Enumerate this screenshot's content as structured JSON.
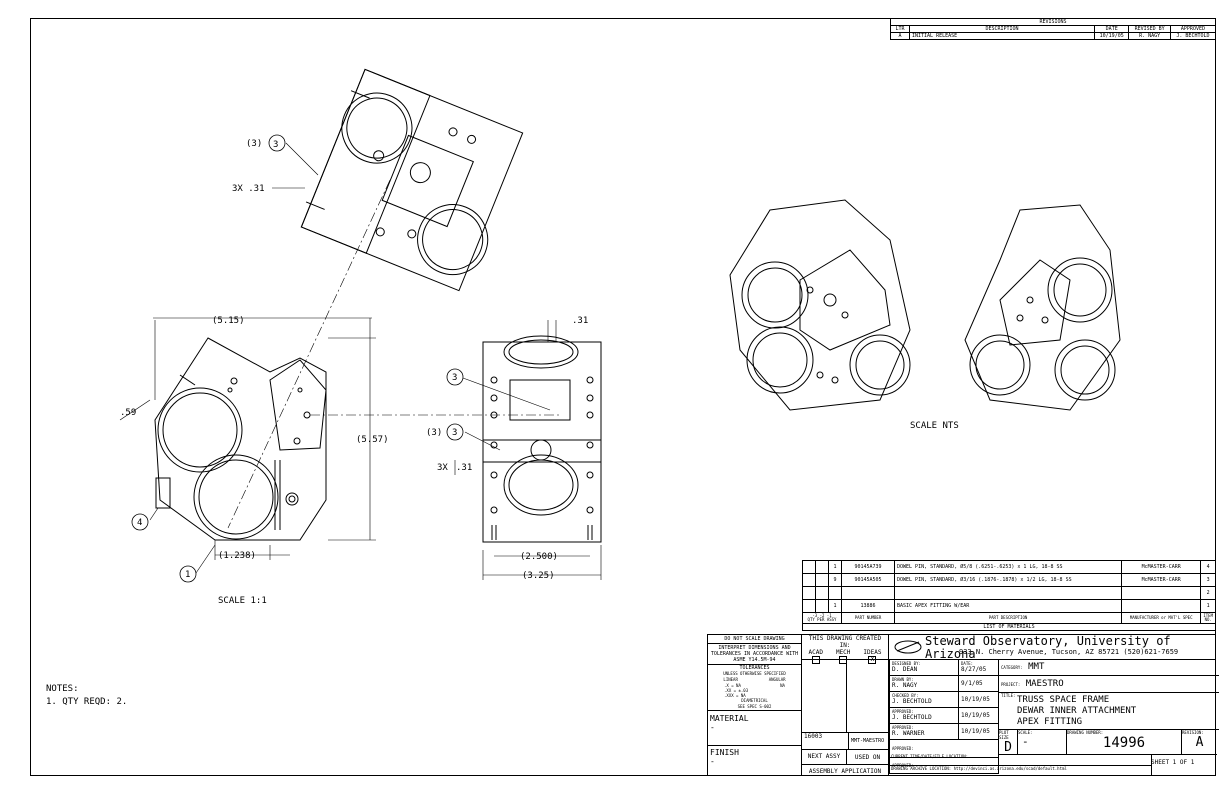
{
  "revisions": {
    "title": "REVISIONS",
    "headers": [
      "LTR",
      "DESCRIPTION",
      "DATE",
      "REVISED BY",
      "APPROVED"
    ],
    "rows": [
      [
        "A",
        "INITIAL RELEASE",
        "10/19/05",
        "R. NAGY",
        "J. BECHTOLD"
      ]
    ]
  },
  "views": {
    "top_callout_num": "3",
    "top_callout_qty": "(3)",
    "top_dim": "3X .31",
    "main_dim_width": "(5.15)",
    "main_dim_height": "(5.57)",
    "main_dim_59": ".59",
    "main_dim_1238": "(1.238)",
    "main_balloon_4": "4",
    "main_balloon_1": "1",
    "main_scale": "SCALE 1:1",
    "side_dim_31": ".31",
    "side_balloon_3a": "3",
    "side_balloon_3b": "3",
    "side_qty": "(3)",
    "side_dim_3x": "3X",
    "side_dim_31b": ".31",
    "side_dim_2500": "(2.500)",
    "side_dim_325": "(3.25)",
    "iso_scale": "SCALE NTS"
  },
  "notes": {
    "title": "NOTES:",
    "items": [
      "1. QTY REQD: 2."
    ]
  },
  "bom": {
    "rows": [
      {
        "qty": "1",
        "part": "90145A739",
        "desc": "DOWEL PIN, STANDARD, Ø5/8 (.6251-.6253) x 1 LG, 18-8 SS",
        "mfr": "McMASTER-CARR",
        "item": "4"
      },
      {
        "qty": "9",
        "part": "90145A505",
        "desc": "DOWEL PIN, STANDARD, Ø3/16 (.1876-.1878) x 1/2 LG, 18-8 SS",
        "mfr": "McMASTER-CARR",
        "item": "3"
      },
      {
        "qty": "",
        "part": "",
        "desc": "",
        "mfr": "",
        "item": "2"
      },
      {
        "qty": "1",
        "part": "13886",
        "desc": "BASIC APEX FITTING W/EAR",
        "mfr": "",
        "item": "1"
      }
    ],
    "hdr_qty": "-3  -2  -1",
    "hdr_qty_sub": "QTY PER ASSY",
    "hdr_part": "PART NUMBER",
    "hdr_desc": "PART DESCRIPTION",
    "hdr_mfr": "MANUFACTURER or MAT'L SPEC",
    "hdr_item": "ITEM NO.",
    "title": "LIST OF MATERIALS"
  },
  "title_block": {
    "left": {
      "do_not_scale": "DO NOT SCALE DRAWING",
      "interpret": "INTERPRET DIMENSIONS AND TOLERANCES IN ACCORDANCE WITH ASME Y14.5M-94",
      "tolerances": "TOLERANCES",
      "unless": "UNLESS OTHERWISE SPECIFIED",
      "linear": "LINEAR",
      "angular": "ANGULAR",
      "tol_x": ".X  = NA",
      "tol_xx": ".XX = ±.03",
      "tol_xxx": ".XXX = NA",
      "tol_ang": "NA",
      "diametrical": "DIAMETRICAL",
      "see_spec": "SEE SPEC S-002",
      "material_label": "MATERIAL",
      "material_value": "-",
      "finish_label": "FINISH",
      "finish_value": "-"
    },
    "created_in": "THIS DRAWING CREATED IN:",
    "cad": [
      "ACAD",
      "MECH",
      "IDEAS"
    ],
    "cad_checked": "X",
    "next_assy_no": "16003",
    "next_assy_name": "MMT-MAESTRO",
    "next_assy": "NEXT ASSY",
    "used_on": "USED ON",
    "assembly_application": "ASSEMBLY APPLICATION",
    "org_name": "Steward Observatory, University of Arizona",
    "org_address": "933 N. Cherry Avenue, Tucson, AZ  85721   (520)621-7659",
    "designed_by_label": "DESIGNED BY:",
    "designed_by": "D. DEAN",
    "date_label": "DATE:",
    "designed_date": "8/27/05",
    "drawn_by_label": "DRAWN BY:",
    "drawn_by": "R. NAGY",
    "drawn_date": "9/1/05",
    "checked_by_label": "CHECKED BY:",
    "checked_by": "J. BECHTOLD",
    "checked_date": "10/19/05",
    "approved_label": "APPROVED:",
    "approved1": "J. BECHTOLD",
    "approved1_date": "10/19/05",
    "approved2": "R. WARNER",
    "approved2_date": "10/19/05",
    "category_label": "CATEGORY:",
    "category": "MMT",
    "project_label": "PROJECT:",
    "project": "MAESTRO",
    "title_label": "TITLE:",
    "title_lines": [
      "TRUSS SPACE FRAME",
      "DEWAR INNER ATTACHMENT",
      "APEX FITTING"
    ],
    "plot_size_label": "PLOT SIZE",
    "plot_size": "D",
    "scale_label": "SCALE:",
    "scale": "-",
    "drawing_number_label": "DRAWING NUMBER:",
    "drawing_number": "14996",
    "revision_label": "REVISION:",
    "revision": "A",
    "current_time_label": "CURRENT TIME/DATE/FILE LOCATION:",
    "archive_label": "DRAWING ARCHIVE LOCATION: http://devinci.as.arizona.edu/scad/default.html",
    "sheet": "SHEET 1 OF 1"
  }
}
